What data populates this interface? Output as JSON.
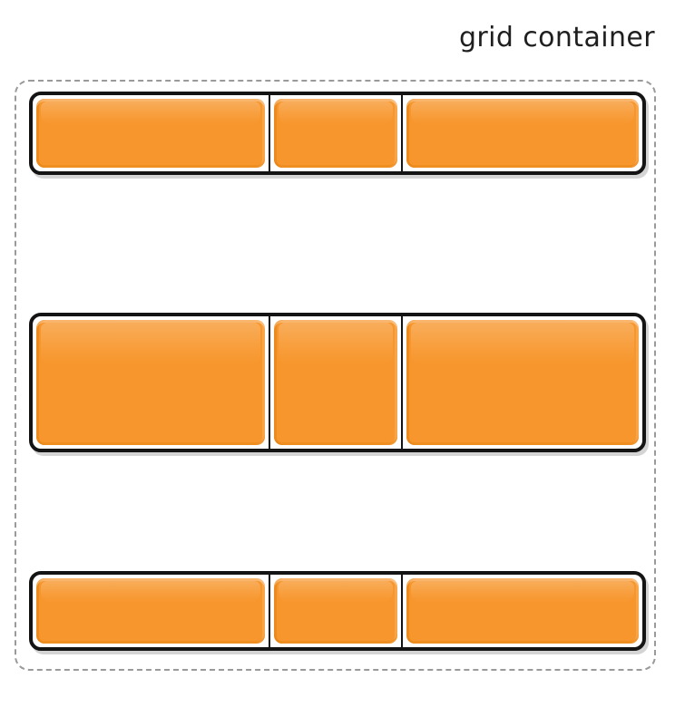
{
  "page": {
    "title": "grid container",
    "background_color": "#ffffff"
  },
  "colors": {
    "item_fill": "#f7962c",
    "item_outline": "#141414",
    "container_dash": "#9a9a9a",
    "shadow": "#cdcdcd",
    "title_text": "#1f1f1f"
  },
  "container": {
    "label": "grid container",
    "border_style": "dashed",
    "rows": [
      {
        "name": "row-1",
        "cells": [
          {
            "name": "item-1",
            "label": ""
          },
          {
            "name": "item-2",
            "label": ""
          },
          {
            "name": "item-3",
            "label": ""
          }
        ]
      },
      {
        "name": "row-2",
        "cells": [
          {
            "name": "item-4",
            "label": ""
          },
          {
            "name": "item-5",
            "label": ""
          },
          {
            "name": "item-6",
            "label": ""
          }
        ]
      },
      {
        "name": "row-3",
        "cells": [
          {
            "name": "item-7",
            "label": ""
          },
          {
            "name": "item-8",
            "label": ""
          },
          {
            "name": "item-9",
            "label": ""
          }
        ]
      }
    ]
  }
}
